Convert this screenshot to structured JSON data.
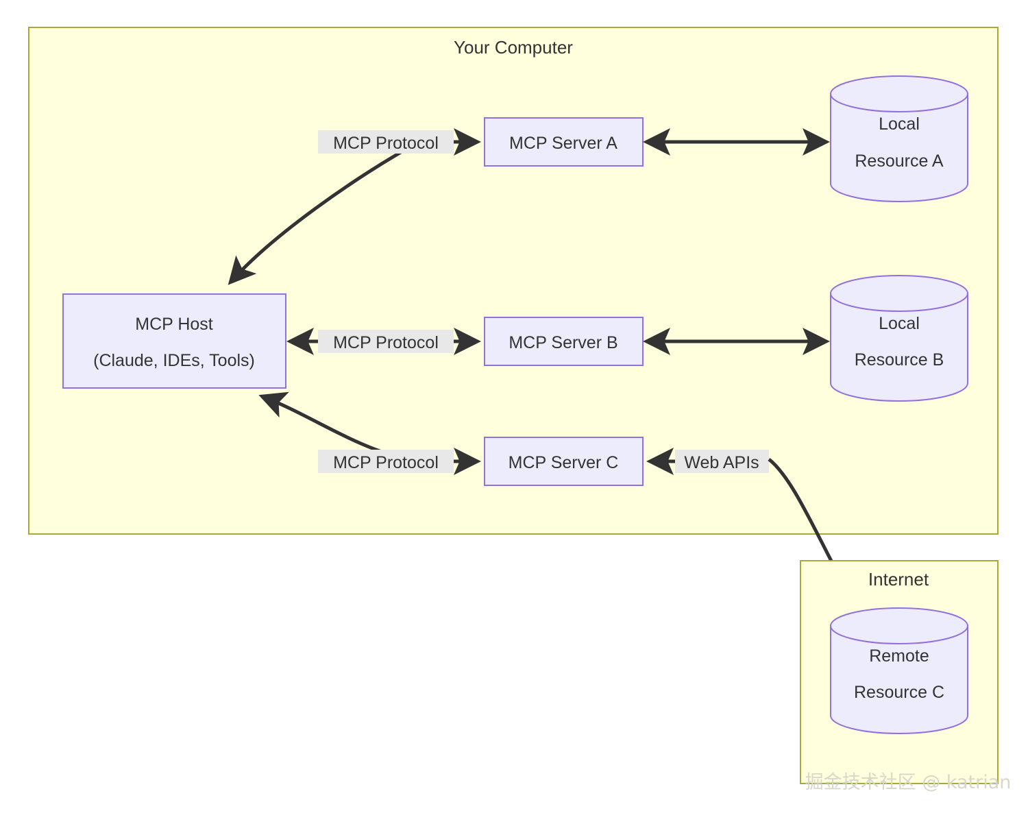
{
  "diagram": {
    "type": "flowchart",
    "groups": [
      {
        "id": "your-computer",
        "title": "Your Computer"
      },
      {
        "id": "internet",
        "title": "Internet"
      }
    ],
    "nodes": [
      {
        "id": "mcp-host",
        "shape": "rect",
        "label_line1": "MCP Host",
        "label_line2": "(Claude, IDEs, Tools)",
        "group": "your-computer"
      },
      {
        "id": "server-a",
        "shape": "rect",
        "label_line1": "MCP Server A",
        "label_line2": "",
        "group": "your-computer"
      },
      {
        "id": "server-b",
        "shape": "rect",
        "label_line1": "MCP Server B",
        "label_line2": "",
        "group": "your-computer"
      },
      {
        "id": "server-c",
        "shape": "rect",
        "label_line1": "MCP Server C",
        "label_line2": "",
        "group": "your-computer"
      },
      {
        "id": "resource-a",
        "shape": "cylinder",
        "label_line1": "Local",
        "label_line2": "Resource A",
        "group": "your-computer"
      },
      {
        "id": "resource-b",
        "shape": "cylinder",
        "label_line1": "Local",
        "label_line2": "Resource B",
        "group": "your-computer"
      },
      {
        "id": "resource-c",
        "shape": "cylinder",
        "label_line1": "Remote",
        "label_line2": "Resource C",
        "group": "internet"
      }
    ],
    "edges": [
      {
        "id": "host-server-a",
        "label": "MCP Protocol",
        "from": "mcp-host",
        "to": "server-a",
        "arrow": "both"
      },
      {
        "id": "host-server-b",
        "label": "MCP Protocol",
        "from": "mcp-host",
        "to": "server-b",
        "arrow": "both"
      },
      {
        "id": "host-server-c",
        "label": "MCP Protocol",
        "from": "mcp-host",
        "to": "server-c",
        "arrow": "both"
      },
      {
        "id": "server-a-resource-a",
        "label": "",
        "from": "server-a",
        "to": "resource-a",
        "arrow": "both"
      },
      {
        "id": "server-b-resource-b",
        "label": "",
        "from": "server-b",
        "to": "resource-b",
        "arrow": "both"
      },
      {
        "id": "server-c-resource-c",
        "label": "Web APIs",
        "from": "server-c",
        "to": "resource-c",
        "arrow": "both"
      }
    ],
    "watermark": "掘金技术社区 @ katrian"
  },
  "colors": {
    "group_fill": "#ffffde",
    "group_stroke": "#aaaa33",
    "node_fill": "#ececfd",
    "node_stroke": "#9370db",
    "edge_stroke": "#333333",
    "label_bg": "#e8e8e8",
    "text": "#333333",
    "page_bg": "#ffffff"
  }
}
